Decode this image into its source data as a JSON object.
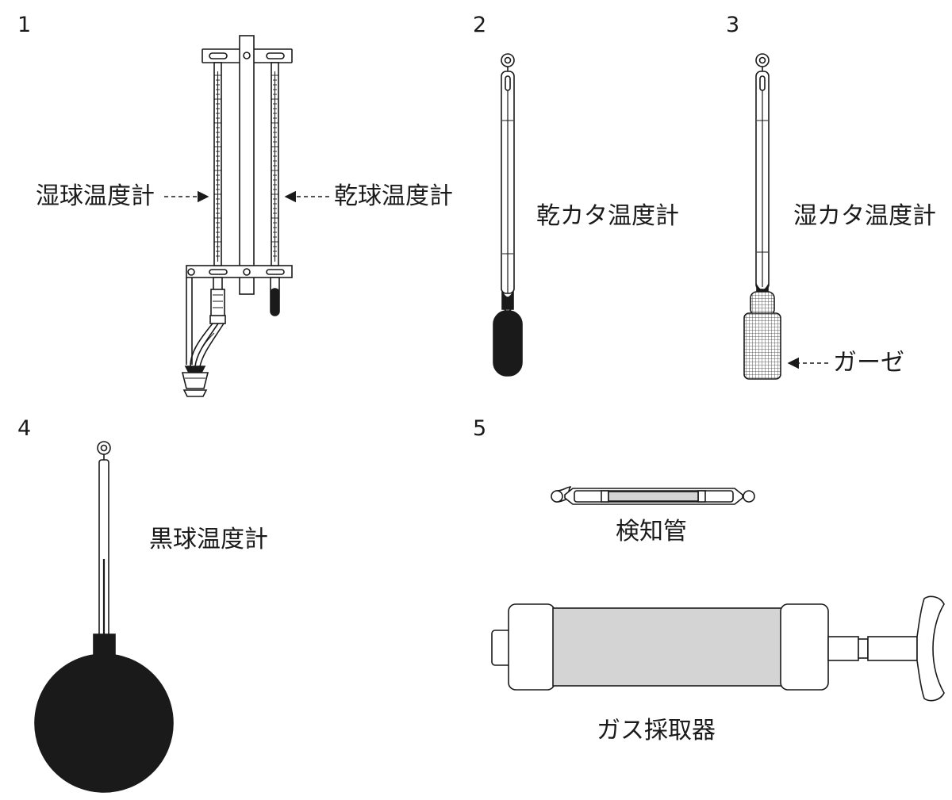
{
  "figures": [
    {
      "number": "1",
      "labels": [
        "湿球温度計",
        "乾球温度計"
      ]
    },
    {
      "number": "2",
      "labels": [
        "乾カタ温度計"
      ]
    },
    {
      "number": "3",
      "labels": [
        "湿カタ温度計",
        "ガーゼ"
      ]
    },
    {
      "number": "4",
      "labels": [
        "黒球温度計"
      ]
    },
    {
      "number": "5",
      "labels": [
        "検知管",
        "ガス採取器"
      ]
    }
  ],
  "colors": {
    "ink": "#1a1a1a",
    "paper": "#ffffff",
    "tube_fill": "#d4d4d4"
  }
}
